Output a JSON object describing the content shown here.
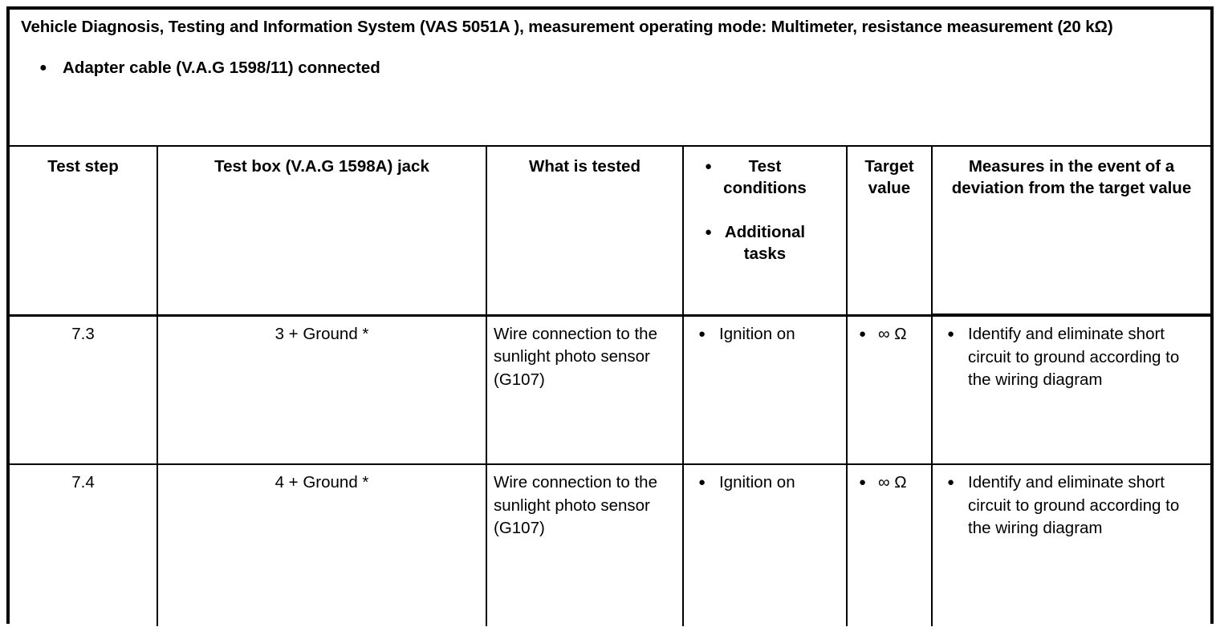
{
  "document": {
    "title": "Vehicle Diagnosis, Testing and Information System (VAS 5051A ), measurement operating mode: Multimeter, resistance measurement (20 kΩ)",
    "intro_bullets": [
      "Adapter cable (V.A.G 1598/11) connected"
    ],
    "bullet_glyph": "●"
  },
  "table": {
    "columns": [
      {
        "key": "step",
        "label": "Test step"
      },
      {
        "key": "jack",
        "label": "Test box (V.A.G 1598A) jack"
      },
      {
        "key": "what",
        "label": "What is tested"
      },
      {
        "key": "cond",
        "label": "",
        "bullets": [
          "Test conditions",
          "Additional tasks"
        ]
      },
      {
        "key": "target",
        "label": "Target value"
      },
      {
        "key": "measure",
        "label": "Measures in the event of a deviation from the target value"
      }
    ],
    "rows": [
      {
        "step": "7.3",
        "jack": "3 + Ground *",
        "what": "Wire connection to the sunlight photo sensor (G107)",
        "conditions": [
          "Ignition on"
        ],
        "target": "∞ Ω",
        "measures": [
          "Identify and eliminate short circuit to ground according to the wiring diagram"
        ]
      },
      {
        "step": "7.4",
        "jack": "4 + Ground *",
        "what": "Wire connection to the sunlight photo sensor (G107)",
        "conditions": [
          "Ignition on"
        ],
        "target": "∞ Ω",
        "measures": [
          "Identify and eliminate short circuit to ground according to the wiring diagram"
        ]
      }
    ]
  }
}
